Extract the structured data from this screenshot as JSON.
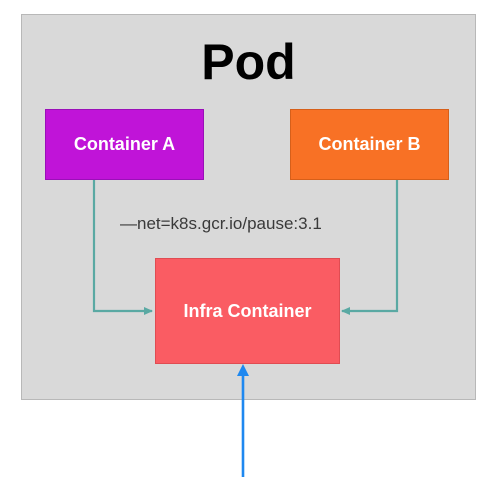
{
  "pod": {
    "title": "Pod",
    "background": "#d9d9d9"
  },
  "containers": {
    "a": {
      "label": "Container A",
      "color": "#c014d8"
    },
    "b": {
      "label": "Container B",
      "color": "#f87125"
    },
    "infra": {
      "label": "Infra Container",
      "color": "#fa5c63"
    }
  },
  "network": {
    "label": "—net=k8s.gcr.io/pause:3.1"
  },
  "colors": {
    "connector": "#5aa9a3",
    "incoming_arrow": "#1e88f0"
  }
}
